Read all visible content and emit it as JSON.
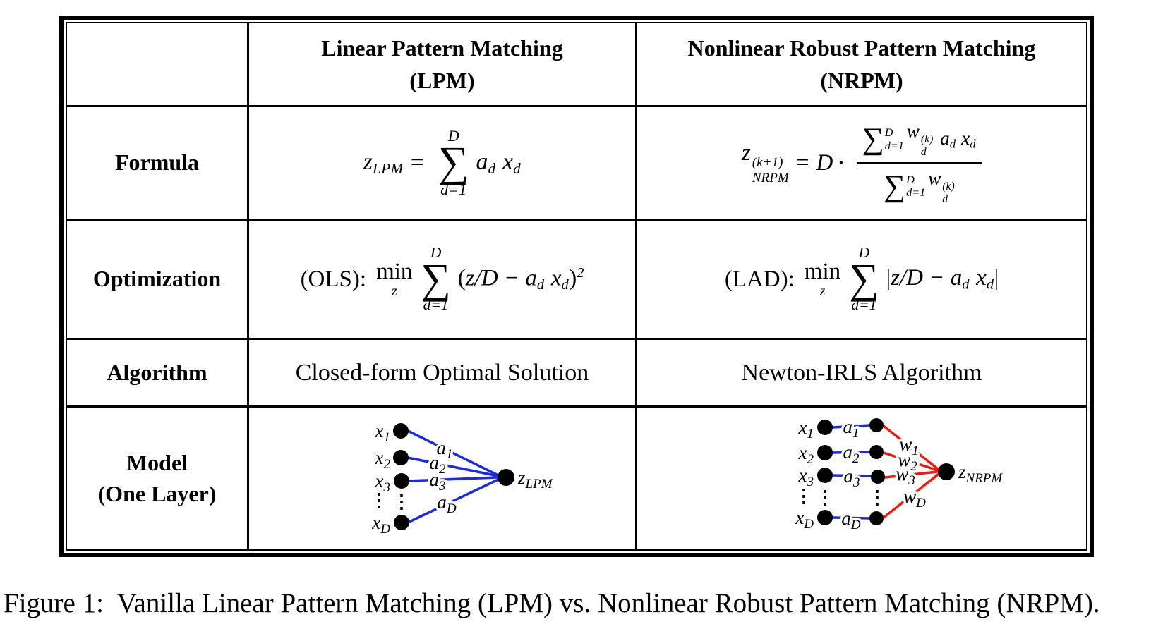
{
  "colors": {
    "edge_blue": "#1c2be0",
    "edge_red": "#ee1a10",
    "border": "#000000",
    "background": "#ffffff"
  },
  "table": {
    "headers": {
      "lpm_line1": "Linear Pattern Matching",
      "lpm_line2": "(LPM)",
      "nrpm_line1": "Nonlinear Robust Pattern Matching",
      "nrpm_line2": "(NRPM)"
    },
    "row_labels": {
      "formula": "Formula",
      "optimization": "Optimization",
      "algorithm": "Algorithm",
      "model_line1": "Model",
      "model_line2": "(One Layer)"
    },
    "algorithm": {
      "lpm": "Closed-form Optimal Solution",
      "nrpm": "Newton-IRLS Algorithm"
    }
  },
  "formula_lpm": {
    "z": "z",
    "z_sub": "LPM",
    "eq": "=",
    "sum_top": "D",
    "sigma": "∑",
    "sum_bot": "d=1",
    "a": "a",
    "a_sub": "d",
    "x": "x",
    "x_sub": "d"
  },
  "formula_nrpm": {
    "z": "z",
    "z_sup": "(k+1)",
    "z_sub": "NRPM",
    "eq": "=",
    "D": "D",
    "cdot": "⋅",
    "num": {
      "sigma": "∑",
      "sum_top": "D",
      "sum_bot": "d=1",
      "w": "w",
      "w_sup": "(k)",
      "w_sub": "d",
      "a": "a",
      "a_sub": "d",
      "x": "x",
      "x_sub": "d"
    },
    "den": {
      "sigma": "∑",
      "sum_top": "D",
      "sum_bot": "d=1",
      "w": "w",
      "w_sup": "(k)",
      "w_sub": "d"
    }
  },
  "opt_lpm": {
    "tag": "(OLS):",
    "min": "min",
    "min_sub": "z",
    "sum_top": "D",
    "sigma": "∑",
    "sum_bot": "d=1",
    "open": "(",
    "body": "z/D − ",
    "a": "a",
    "a_sub": "d",
    "x": "x",
    "x_sub": "d",
    "close": ")",
    "sup": "2"
  },
  "opt_nrpm": {
    "tag": "(LAD):",
    "min": "min",
    "min_sub": "z",
    "sum_top": "D",
    "sigma": "∑",
    "sum_bot": "d=1",
    "open": "|",
    "body": "z/D − ",
    "a": "a",
    "a_sub": "d",
    "x": "x",
    "x_sub": "d",
    "close": "|"
  },
  "diagram_lpm": {
    "dots": "⋮",
    "inputs": [
      {
        "b": "x",
        "s": "1"
      },
      {
        "b": "x",
        "s": "2"
      },
      {
        "b": "x",
        "s": "3"
      },
      {
        "b": "x",
        "s": "D"
      }
    ],
    "edges": [
      {
        "b": "a",
        "s": "1"
      },
      {
        "b": "a",
        "s": "2"
      },
      {
        "b": "a",
        "s": "3"
      },
      {
        "b": "a",
        "s": "D"
      }
    ],
    "output": {
      "b": "z",
      "s": "LPM"
    }
  },
  "diagram_nrpm": {
    "dots": "⋮",
    "inputs": [
      {
        "b": "x",
        "s": "1"
      },
      {
        "b": "x",
        "s": "2"
      },
      {
        "b": "x",
        "s": "3"
      },
      {
        "b": "x",
        "s": "D"
      }
    ],
    "a_edges": [
      {
        "b": "a",
        "s": "1"
      },
      {
        "b": "a",
        "s": "2"
      },
      {
        "b": "a",
        "s": "3"
      },
      {
        "b": "a",
        "s": "D"
      }
    ],
    "w_edges": [
      {
        "b": "w",
        "s": "1"
      },
      {
        "b": "w",
        "s": "2"
      },
      {
        "b": "w",
        "s": "3"
      },
      {
        "b": "w",
        "s": "D"
      }
    ],
    "output": {
      "b": "z",
      "s": "NRPM"
    }
  },
  "caption": "Figure 1:  Vanilla Linear Pattern Matching (LPM) vs. Nonlinear Robust Pattern Matching (NRPM)."
}
